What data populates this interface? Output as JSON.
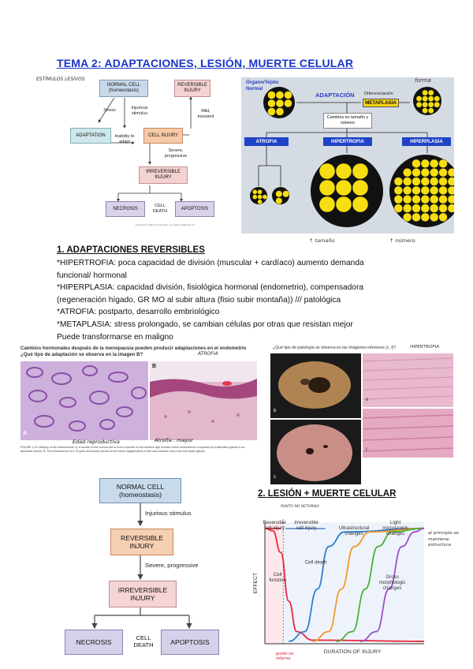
{
  "title": "TEMA 2: ADAPTACIONES, LESIÓN, MUERTE CELULAR",
  "note_estimulos": "ESTÍMULOS LESIVOS",
  "flow_small": {
    "normal_cell": "NORMAL CELL",
    "homeostasis": "(homeostasis)",
    "reversible_injury": "REVERSIBLE INJURY",
    "stress": "Stress",
    "injurious_stimulus": "Injurious stimulus",
    "mild_transient": "Mild, transient",
    "adaptation": "ADAPTATION",
    "inability": "Inability to adapt",
    "cell_injury": "CELL INJURY",
    "severe_progressive": "Severe, progressive",
    "irreversible_injury": "IRREVERSIBLE INJURY",
    "necrosis": "NECROSIS",
    "cell_death": "CELL DEATH",
    "apoptosis": "APOPTOSIS",
    "copyright": "Copyright © 2013 by Saunders, an imprint of Elsevier Inc."
  },
  "adapt_diagram": {
    "organo": "Órgano/Tejido Normal",
    "adaptacion": "ADAPTACIÓN",
    "diferenciacion": "Diferenciación",
    "metaplasia": "METAPLASIA",
    "forma": "forma",
    "cambios": "Cambios en tamaño y número",
    "atrofia": "ATROFIA",
    "hipertrofia": "HIPERTROFIA",
    "hiperplasia": "HIPERPLASIA",
    "tamano_note": "↑ tamaño",
    "numero_note": "↑ número"
  },
  "section1": {
    "heading": "1. ADAPTACIONES REVERSIBLES",
    "lines": [
      "*HIPERTROFIA: poca capacidad de división (muscular + cardíaco) aumento demanda",
      "funcional/ hormonal",
      "*HIPERPLASIA: capacidad división, fisiológica hormonal (endometrio), compensadora",
      "(regeneración hígado, GR MO al subir altura (fisio subir montaña)) /// patológica",
      "*ATROFIA: postparto, desarrollo embriológico",
      "*METAPLASIA: stress prolongado, se cambian células por otras que resistan mejor",
      "Puede transformarse en maligno"
    ]
  },
  "histo_left": {
    "question": "Cambios hormonales después de la menopausia pueden producir adaptaciones en el endometrio ¿Qué tipo de adaptación se observa en la imagen B?",
    "answer_note": "ATROFIA",
    "label_a": "A",
    "label_b": "B",
    "note_a": "Edad reproductiva",
    "note_b": "Atrofia : mayor",
    "figure_caption": "FIGURE 1-19. Atrophy of the endometrium. A, A section of the normal uterus from a woman of reproductive age reveals a thick endometrium composed of proliferative glands in an abundant stroma. B, The endometrium of a 75-year-old woman (shown at the same magnification) is thin and contains only a few and cystic glands."
  },
  "histo_right": {
    "question": "¿Qué tipo de patología se observa en las imágenes inferiores (c, f)?",
    "answer_note": "HIPERTROFIA",
    "labels": [
      "b",
      "e",
      "c",
      "f"
    ]
  },
  "flow_big": {
    "normal_cell": "NORMAL CELL",
    "homeostasis": "(homeostasis)",
    "injurious_stimulus": "Injurious stimulus",
    "reversible_injury": "REVERSIBLE INJURY",
    "severe_progressive": "Severe, progressive",
    "irreversible_injury": "IRREVERSIBLE INJURY",
    "necrosis": "NECROSIS",
    "cell_death": "CELL DEATH",
    "apoptosis": "APOPTOSIS"
  },
  "section2": {
    "heading": "2. LESIÓN + MUERTE CELULAR"
  },
  "chart_data": {
    "type": "line",
    "title": "",
    "xlabel": "DURATION OF INJURY",
    "ylabel": "EFFECT",
    "regions": [
      "Reversible cell injury",
      "Irreversible cell injury"
    ],
    "series": [
      {
        "name": "Cell function",
        "color": "#e8283c",
        "values": [
          [
            0,
            0.95
          ],
          [
            0.05,
            0.93
          ],
          [
            0.1,
            0.75
          ],
          [
            0.15,
            0.35
          ],
          [
            0.2,
            0.1
          ],
          [
            0.3,
            0.03
          ],
          [
            1,
            0.02
          ]
        ]
      },
      {
        "name": "Cell death",
        "color": "#2d7fcf",
        "values": [
          [
            0.15,
            0.02
          ],
          [
            0.25,
            0.1
          ],
          [
            0.33,
            0.45
          ],
          [
            0.4,
            0.8
          ],
          [
            0.5,
            0.92
          ],
          [
            1,
            0.95
          ]
        ]
      },
      {
        "name": "Ultrastructural changes",
        "color": "#f39a26",
        "values": [
          [
            0.3,
            0.02
          ],
          [
            0.4,
            0.1
          ],
          [
            0.48,
            0.45
          ],
          [
            0.56,
            0.8
          ],
          [
            0.66,
            0.92
          ],
          [
            1,
            0.95
          ]
        ]
      },
      {
        "name": "Light microscopic changes",
        "color": "#4caf38",
        "values": [
          [
            0.45,
            0.02
          ],
          [
            0.55,
            0.1
          ],
          [
            0.63,
            0.45
          ],
          [
            0.71,
            0.8
          ],
          [
            0.8,
            0.92
          ],
          [
            1,
            0.95
          ]
        ]
      },
      {
        "name": "Gross morphologic changes",
        "color": "#9b4fc4",
        "values": [
          [
            0.6,
            0.02
          ],
          [
            0.7,
            0.1
          ],
          [
            0.78,
            0.45
          ],
          [
            0.86,
            0.8
          ],
          [
            0.94,
            0.92
          ],
          [
            1,
            0.95
          ]
        ]
      }
    ],
    "annotations": {
      "top_note": "PUNTO NO RETORNO",
      "bottom_note": "punto no retorno",
      "side_note": "al principio se mantiene estructura"
    }
  }
}
